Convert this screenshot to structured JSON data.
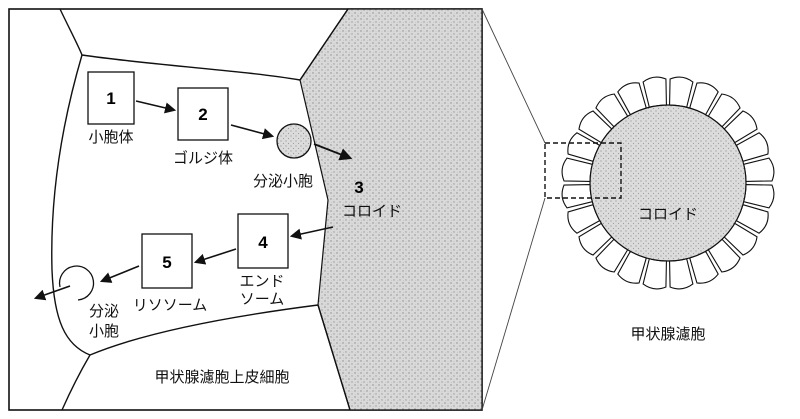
{
  "diagram": {
    "steps": [
      {
        "num": "1",
        "label": "小胞体"
      },
      {
        "num": "2",
        "label": "ゴルジ体"
      },
      {
        "num": "3",
        "label": "コロイド"
      },
      {
        "num": "4",
        "label_line1": "エンド",
        "label_line2": "ソーム"
      },
      {
        "num": "5",
        "label": "リソソーム"
      }
    ],
    "vesicle_top_label": "分泌小胞",
    "vesicle_bottom_label_line1": "分泌",
    "vesicle_bottom_label_line2": "小胞",
    "cell_label": "甲状腺濾胞上皮細胞",
    "follicle_colloid_label": "コロイド",
    "follicle_label": "甲状腺濾胞"
  }
}
